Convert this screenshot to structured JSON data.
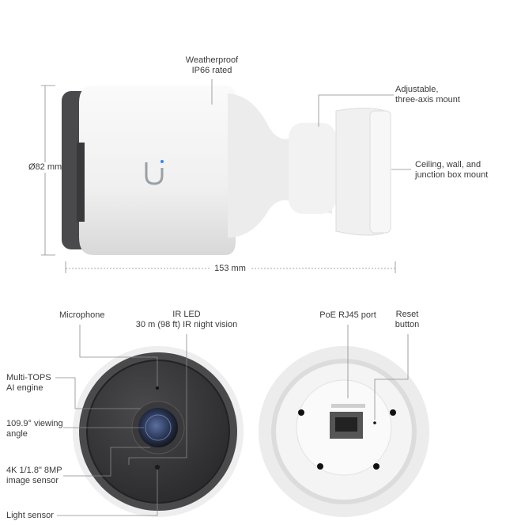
{
  "side_view": {
    "weatherproof": [
      "Weatherproof",
      "IP66 rated"
    ],
    "mount": [
      "Adjustable,",
      "three-axis mount"
    ],
    "ceiling": [
      "Ceiling, wall, and",
      "junction box mount"
    ],
    "diameter": "Ø82 mm",
    "length": "153 mm"
  },
  "front_view": {
    "microphone": "Microphone",
    "ir_led": [
      "IR LED",
      "30 m (98 ft) IR night vision"
    ],
    "ai_engine": [
      "Multi-TOPS",
      "AI engine"
    ],
    "viewing_angle": [
      "109.9° viewing",
      "angle"
    ],
    "sensor": [
      "4K 1/1.8\" 8MP",
      "image sensor"
    ],
    "light_sensor": "Light sensor"
  },
  "back_view": {
    "poe_port": "PoE RJ45 port",
    "reset": [
      "Reset",
      "button"
    ]
  },
  "logo": "U",
  "colors": {
    "body": "#f4f4f4",
    "dark": "#3a3a3c",
    "lens": "#2b3a5c",
    "line": "#8a8a8a"
  }
}
